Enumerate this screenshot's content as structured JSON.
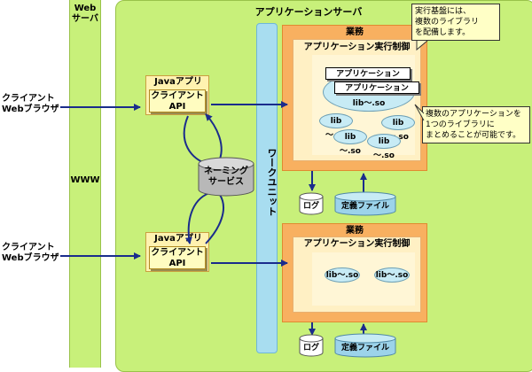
{
  "web_server": {
    "label_line1": "Web",
    "label_line2": "サーバ",
    "www": "WWW"
  },
  "clients": [
    {
      "line1": "クライアント",
      "line2": "Webブラウザ"
    },
    {
      "line1": "クライアント",
      "line2": "Webブラウザ"
    }
  ],
  "app_server": {
    "title": "アプリケーションサーバ"
  },
  "java_apps": [
    {
      "title": "Javaアプリ",
      "api_line1": "クライアント",
      "api_line2": "API"
    },
    {
      "title": "Javaアプリ",
      "api_line1": "クライアント",
      "api_line2": "API"
    }
  ],
  "naming_service": {
    "line1": "ネーミング",
    "line2": "サービス"
  },
  "work_unit": {
    "label": "ワークユニット"
  },
  "business_top": {
    "title": "業務",
    "control": "アプリケーション実行制御",
    "app_card_1": "アプリケーション",
    "app_card_2": "アプリケーション",
    "main_lib": "lib～.so",
    "libs": [
      "lib～.so",
      "lib～.so",
      "lib～.so",
      "lib～.so"
    ],
    "log": "ログ",
    "def_file": "定義ファイル"
  },
  "business_bottom": {
    "title": "業務",
    "control": "アプリケーション実行制御",
    "libs": [
      "lib～.so",
      "lib～.so"
    ],
    "log": "ログ",
    "def_file": "定義ファイル"
  },
  "notes": {
    "top": [
      "実行基盤には、",
      "複数のライブラリ",
      "を配備します。"
    ],
    "side": [
      "複数のアプリケーションを",
      "1つのライブラリに",
      "まとめることが可能です。"
    ]
  }
}
